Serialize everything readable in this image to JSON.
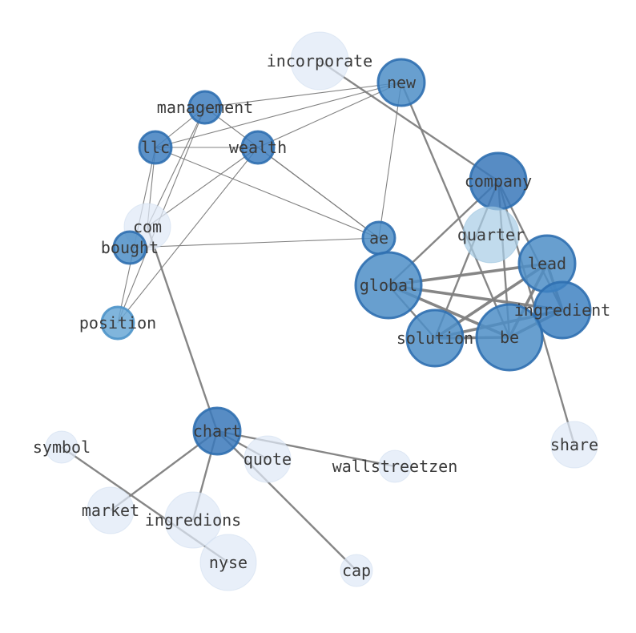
{
  "nodes": [
    {
      "id": "incorporate",
      "label": "incorporate",
      "color": "#dfe9f6",
      "size": 36,
      "tier": "pale"
    },
    {
      "id": "new",
      "label": "new",
      "color": "#4d8ec7",
      "size": 29,
      "tier": "mid"
    },
    {
      "id": "management",
      "label": "management",
      "color": "#3f7fbf",
      "size": 20,
      "tier": "dark"
    },
    {
      "id": "llc",
      "label": "llc",
      "color": "#3f7fbf",
      "size": 20,
      "tier": "dark"
    },
    {
      "id": "wealth",
      "label": "wealth",
      "color": "#3f7fbf",
      "size": 20,
      "tier": "dark"
    },
    {
      "id": "company",
      "label": "company",
      "color": "#3a78ba",
      "size": 35,
      "tier": "dark"
    },
    {
      "id": "quarter",
      "label": "quarter",
      "color": "#a9cde6",
      "size": 35,
      "tier": "light"
    },
    {
      "id": "com",
      "label": "com",
      "color": "#dfe9f6",
      "size": 29,
      "tier": "pale"
    },
    {
      "id": "bought",
      "label": "bought",
      "color": "#4d8ec7",
      "size": 20,
      "tier": "mid"
    },
    {
      "id": "ae",
      "label": "ae",
      "color": "#4d8ec7",
      "size": 20,
      "tier": "mid"
    },
    {
      "id": "lead",
      "label": "lead",
      "color": "#4d8ec7",
      "size": 35,
      "tier": "mid"
    },
    {
      "id": "global",
      "label": "global",
      "color": "#4d8ec7",
      "size": 41,
      "tier": "mid"
    },
    {
      "id": "ingredient",
      "label": "ingredient",
      "color": "#3f83c2",
      "size": 35,
      "tier": "mid"
    },
    {
      "id": "solution",
      "label": "solution",
      "color": "#4d8ec7",
      "size": 35,
      "tier": "mid"
    },
    {
      "id": "be",
      "label": "be",
      "color": "#4d8ec7",
      "size": 41,
      "tier": "mid"
    },
    {
      "id": "position",
      "label": "position",
      "color": "#6aa8d6",
      "size": 20,
      "tier": "light-mid"
    },
    {
      "id": "chart",
      "label": "chart",
      "color": "#3a78ba",
      "size": 29,
      "tier": "dark"
    },
    {
      "id": "symbol",
      "label": "symbol",
      "color": "#dfe9f6",
      "size": 20,
      "tier": "pale"
    },
    {
      "id": "share",
      "label": "share",
      "color": "#dfe9f6",
      "size": 29,
      "tier": "pale"
    },
    {
      "id": "quote",
      "label": "quote",
      "color": "#dfe9f6",
      "size": 29,
      "tier": "pale"
    },
    {
      "id": "wallstreetzen",
      "label": "wallstreetzen",
      "color": "#dfe9f6",
      "size": 20,
      "tier": "pale"
    },
    {
      "id": "market",
      "label": "market",
      "color": "#dfe9f6",
      "size": 29,
      "tier": "pale"
    },
    {
      "id": "ingredions",
      "label": "ingredions",
      "color": "#dfe9f6",
      "size": 35,
      "tier": "pale"
    },
    {
      "id": "nyse",
      "label": "nyse",
      "color": "#dfe9f6",
      "size": 35,
      "tier": "pale"
    },
    {
      "id": "cap",
      "label": "cap",
      "color": "#dfe9f6",
      "size": 20,
      "tier": "pale"
    }
  ],
  "edges": [
    {
      "source": "incorporate",
      "target": "company",
      "weight": 2
    },
    {
      "source": "new",
      "target": "management",
      "weight": 1
    },
    {
      "source": "new",
      "target": "llc",
      "weight": 1
    },
    {
      "source": "new",
      "target": "wealth",
      "weight": 1
    },
    {
      "source": "new",
      "target": "ae",
      "weight": 1
    },
    {
      "source": "new",
      "target": "be",
      "weight": 2
    },
    {
      "source": "management",
      "target": "llc",
      "weight": 1
    },
    {
      "source": "management",
      "target": "ae",
      "weight": 1
    },
    {
      "source": "management",
      "target": "com",
      "weight": 1
    },
    {
      "source": "management",
      "target": "position",
      "weight": 1
    },
    {
      "source": "llc",
      "target": "wealth",
      "weight": 1
    },
    {
      "source": "llc",
      "target": "ae",
      "weight": 1
    },
    {
      "source": "llc",
      "target": "com",
      "weight": 1
    },
    {
      "source": "llc",
      "target": "position",
      "weight": 1
    },
    {
      "source": "wealth",
      "target": "ae",
      "weight": 1
    },
    {
      "source": "wealth",
      "target": "com",
      "weight": 1
    },
    {
      "source": "wealth",
      "target": "position",
      "weight": 1
    },
    {
      "source": "bought",
      "target": "ae",
      "weight": 1
    },
    {
      "source": "company",
      "target": "global",
      "weight": 2
    },
    {
      "source": "company",
      "target": "solution",
      "weight": 2
    },
    {
      "source": "company",
      "target": "be",
      "weight": 2
    },
    {
      "source": "company",
      "target": "ingredient",
      "weight": 2
    },
    {
      "source": "company",
      "target": "share",
      "weight": 2
    },
    {
      "source": "lead",
      "target": "global",
      "weight": 3
    },
    {
      "source": "lead",
      "target": "solution",
      "weight": 3
    },
    {
      "source": "lead",
      "target": "be",
      "weight": 3
    },
    {
      "source": "lead",
      "target": "ingredient",
      "weight": 3
    },
    {
      "source": "global",
      "target": "ingredient",
      "weight": 3
    },
    {
      "source": "global",
      "target": "be",
      "weight": 3
    },
    {
      "source": "global",
      "target": "solution",
      "weight": 2
    },
    {
      "source": "solution",
      "target": "be",
      "weight": 3
    },
    {
      "source": "solution",
      "target": "ingredient",
      "weight": 3
    },
    {
      "source": "be",
      "target": "ingredient",
      "weight": 3
    },
    {
      "source": "com",
      "target": "chart",
      "weight": 2
    },
    {
      "source": "chart",
      "target": "quote",
      "weight": 2
    },
    {
      "source": "chart",
      "target": "wallstreetzen",
      "weight": 2
    },
    {
      "source": "chart",
      "target": "market",
      "weight": 2
    },
    {
      "source": "chart",
      "target": "ingredions",
      "weight": 2
    },
    {
      "source": "chart",
      "target": "cap",
      "weight": 2
    },
    {
      "source": "symbol",
      "target": "nyse",
      "weight": 2
    }
  ]
}
